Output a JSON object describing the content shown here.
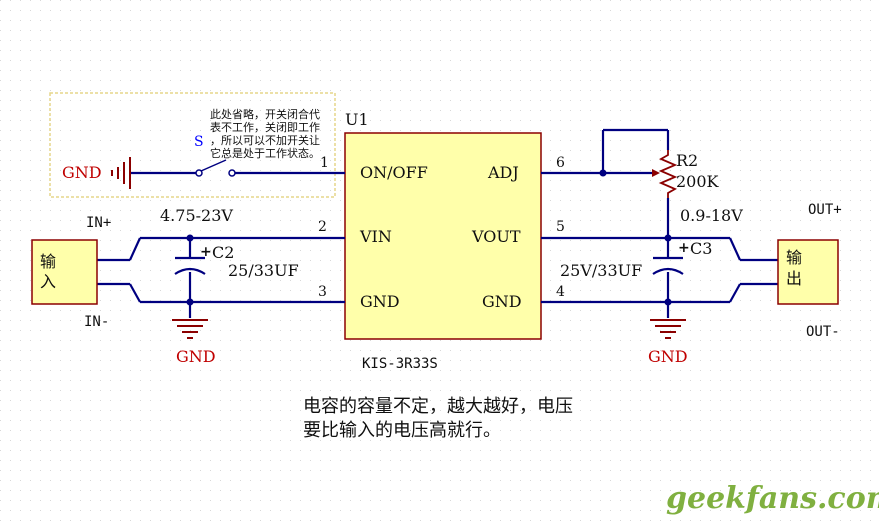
{
  "diagram": {
    "chip": {
      "ref": "U1",
      "part": "KIS-3R33S",
      "pins": {
        "on_off": "ON/OFF",
        "vin": "VIN",
        "gnd_left": "GND",
        "adj": "ADJ",
        "vout": "VOUT",
        "gnd_right": "GND"
      },
      "pin_numbers": {
        "p1": "1",
        "p2": "2",
        "p3": "3",
        "p4": "4",
        "p5": "5",
        "p6": "6"
      }
    },
    "switch": {
      "ref": "S",
      "note_lines": [
        "此处省略，开关闭合代",
        "表不工作，关闭即工作",
        "，所以可以不加开关让",
        "它总是处于工作状态。"
      ]
    },
    "gnd_labels": {
      "switch_gnd": "GND",
      "left_gnd": "GND",
      "right_gnd": "GND"
    },
    "input": {
      "connector_line1": "输",
      "connector_line2": "入",
      "plus": "IN+",
      "minus": "IN-",
      "voltage_range": "4.75-23V"
    },
    "output": {
      "connector_line1": "输",
      "connector_line2": "出",
      "plus": "OUT+",
      "minus": "OUT-",
      "voltage_range": "0.9-18V"
    },
    "c2": {
      "ref": "C2",
      "value": "25/33UF",
      "polarity": "+"
    },
    "c3": {
      "ref": "C3",
      "value": "25V/33UF",
      "polarity": "+"
    },
    "r2": {
      "ref": "R2",
      "value": "200K"
    },
    "note": {
      "line1": "电容的容量不定，越大越好，电压",
      "line2": "要比输入的电压高就行。"
    },
    "watermark": "geekfans.com"
  },
  "colors": {
    "wire": "#000080",
    "body_fill": "#ffffaa",
    "body_border": "#8b0000",
    "label_red": "#c00000",
    "label_blue": "#0000ff",
    "note_box": "#f0e68c",
    "watermark": "#80b040"
  }
}
